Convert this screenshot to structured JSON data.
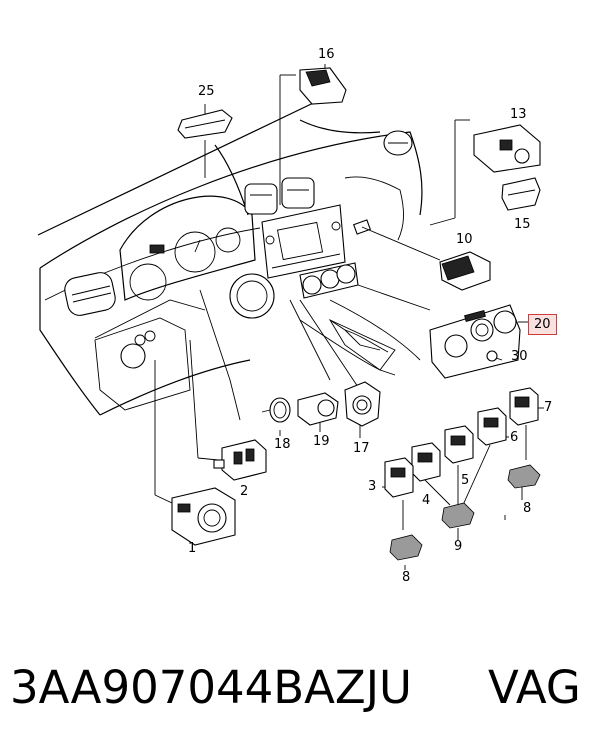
{
  "diagram": {
    "highlight_color": "#d23b3b",
    "highlight_fill": "#fbe0e0",
    "callouts": {
      "c1": "1",
      "c2": "2",
      "c3": "3",
      "c4": "4",
      "c5": "5",
      "c6": "6",
      "c7": "7",
      "c8a": "8",
      "c8b": "8",
      "c9": "9",
      "c10": "10",
      "c13": "13",
      "c15": "15",
      "c16": "16",
      "c17": "17",
      "c18": "18",
      "c19": "19",
      "c20": "20",
      "c25": "25",
      "c30": "30"
    }
  },
  "footer": {
    "part_number": "3AA907044BAZJU",
    "brand": "VAG"
  }
}
